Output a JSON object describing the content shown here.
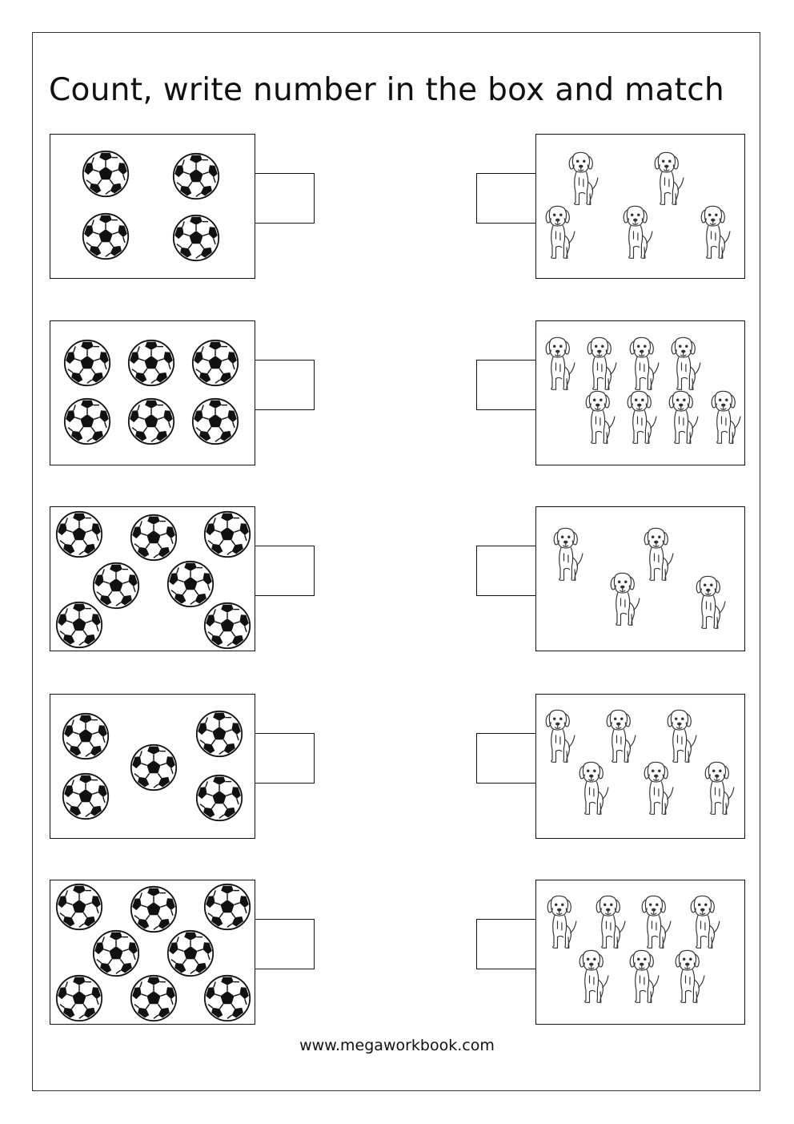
{
  "title": "Count, write number in the box and match",
  "footer": "www.megaworkbook.com",
  "left_column": {
    "item_type": "soccer-ball",
    "panels": [
      {
        "count": 4
      },
      {
        "count": 6
      },
      {
        "count": 7
      },
      {
        "count": 5
      },
      {
        "count": 8
      }
    ]
  },
  "right_column": {
    "item_type": "puppy",
    "panels": [
      {
        "count": 5
      },
      {
        "count": 8
      },
      {
        "count": 4
      },
      {
        "count": 6
      },
      {
        "count": 7
      }
    ]
  }
}
